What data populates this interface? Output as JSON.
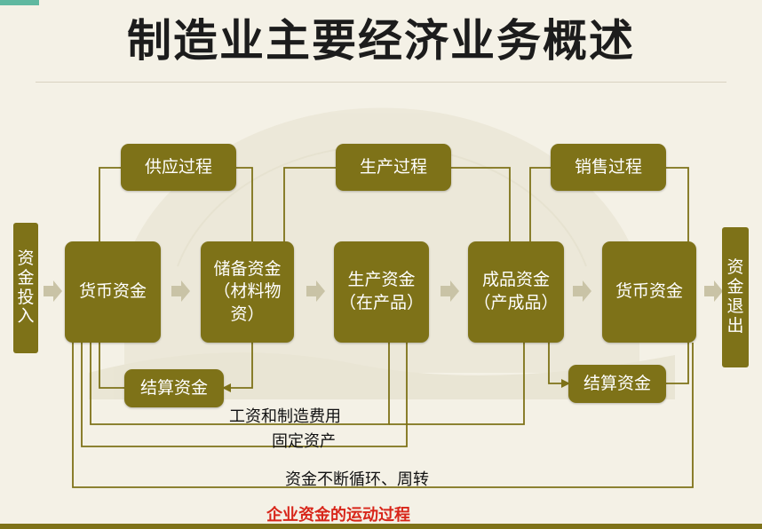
{
  "title": "制造业主要经济业务概述",
  "processes": {
    "supply": "供应过程",
    "production": "生产过程",
    "sales": "销售过程"
  },
  "side": {
    "invest": "资金投入",
    "withdraw": "资金退出"
  },
  "stages": {
    "money1": "货币资金",
    "reserve_line1": "储备资金",
    "reserve_line2": "（材料物",
    "reserve_line3": "资）",
    "wip_line1": "生产资金",
    "wip_line2": "（在产品）",
    "finished_line1": "成品资金",
    "finished_line2": "（产成品）",
    "money2": "货币资金"
  },
  "settlement_left": "结算资金",
  "settlement_right": "结算资金",
  "labels": {
    "wages": "工资和制造费用",
    "fixed_assets": "固定资产",
    "cycle": "资金不断循环、周转",
    "caption": "企业资金的运动过程"
  },
  "colors": {
    "box": "#7e7218",
    "line": "#7e7218",
    "arrow": "#c9c3a6",
    "caption": "#d8261a"
  }
}
